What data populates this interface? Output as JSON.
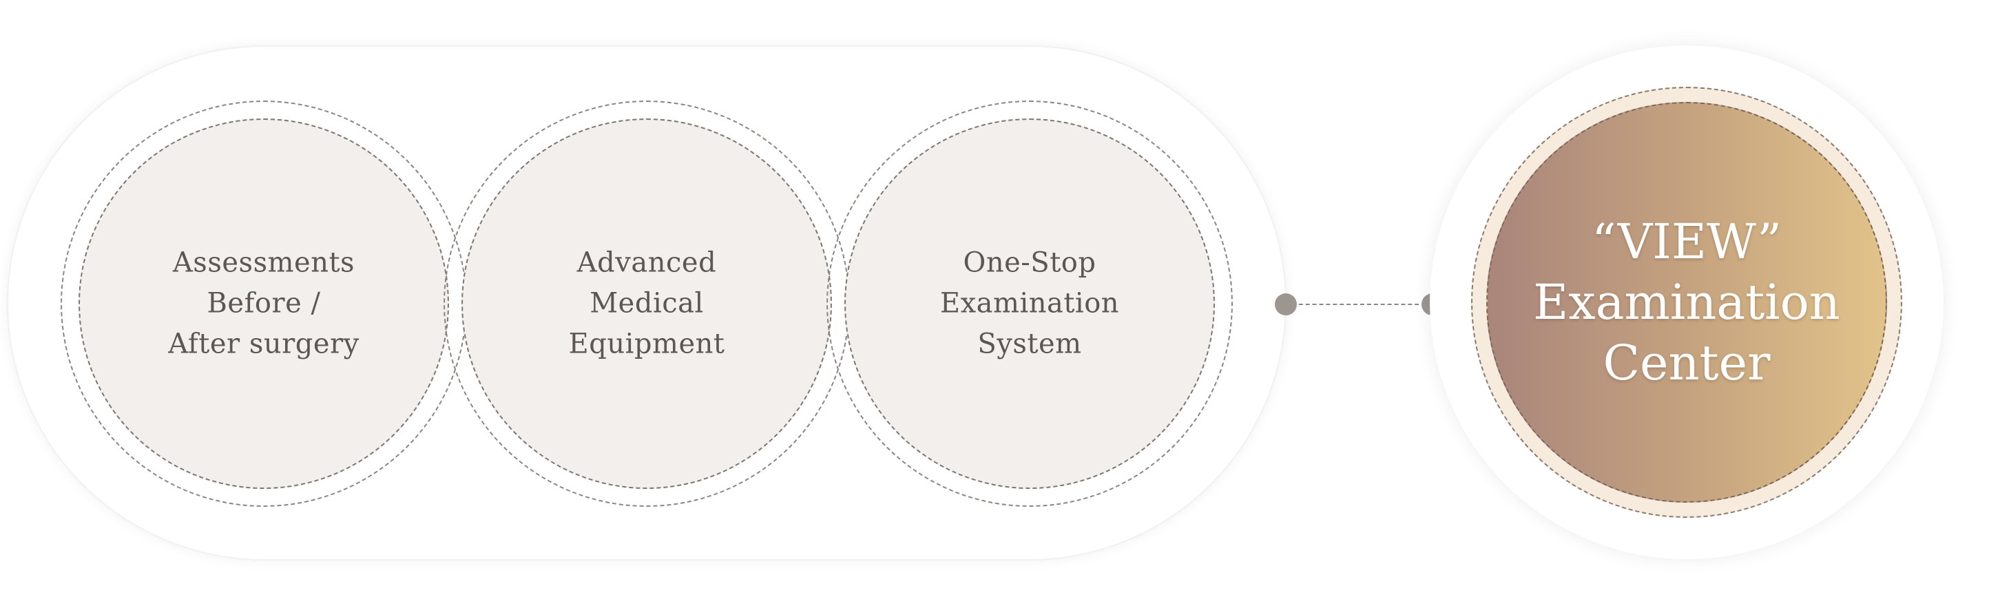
{
  "features": [
    {
      "lines": [
        "Assessments",
        "Before /",
        "After surgery"
      ]
    },
    {
      "lines": [
        "Advanced",
        "Medical",
        "Equipment"
      ]
    },
    {
      "lines": [
        "One-Stop",
        "Examination",
        "System"
      ]
    }
  ],
  "center": {
    "lines": [
      "“VIEW”",
      "Examination",
      "Center"
    ]
  },
  "colors": {
    "feature_fill": "#f2efec",
    "text_dark": "#5e5652",
    "connector": "#9d958f",
    "center_gradient_start": "#a9857b",
    "center_gradient_end": "#e2c38a",
    "center_ring": "#f6ebdd"
  }
}
